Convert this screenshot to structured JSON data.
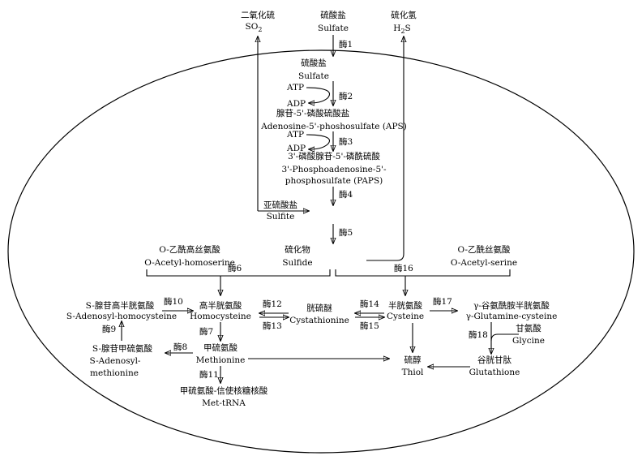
{
  "nodes": {
    "so2_cn": "二氧化硫",
    "so2_en": "SO",
    "sulfate_out_cn": "硫酸盐",
    "sulfate_out_en": "Sulfate",
    "h2s_cn": "硫化氢",
    "h2s_en": "H S",
    "sulfate_in_cn": "硫酸盐",
    "sulfate_in_en": "Sulfate",
    "aps_cn": "腺苷-5'-磷酸硫酸盐",
    "aps_en": "Adenosine-5'-phoshosulfate (APS)",
    "paps_cn": "3'-磷酸腺苷-5'-磷酰硫酸",
    "paps_en1": "3'-Phosphoadenosine-5'-",
    "paps_en2": "phosphosulfate (PAPS)",
    "sulfite_cn": "亚硫酸盐",
    "sulfite_en": "Sulfite",
    "sulfide_cn": "硫化物",
    "sulfide_en": "Sulfide",
    "oahs_cn": "O-乙酰高丝氨酸",
    "oahs_en": "O-Acetyl-homoserine",
    "oas_cn": "O-乙酰丝氨酸",
    "oas_en": "O-Acetyl-serine",
    "sah_cn": "S-腺苷高半胱氨酸",
    "sah_en": "S-Adenosyl-homocysteine",
    "hcy_cn": "高半胱氨酸",
    "hcy_en": "Homocysteine",
    "cth_cn": "胱硫醚",
    "cth_en": "Cystathionine",
    "cys_cn": "半胱氨酸",
    "cys_en": "Cysteine",
    "gglc_cn": "γ-谷氨酰胺半胱氨酸",
    "gglc_en": "γ-Glutamine-cysteine",
    "gly_cn": "甘氨酸",
    "gly_en": "Glycine",
    "sam_cn": "S-腺苷甲硫氨酸",
    "sam_en1": "S-Adenosyl-",
    "sam_en2": "methionine",
    "met_cn": "甲硫氨酸",
    "met_en": "Methionine",
    "thiol_cn": "硫醇",
    "thiol_en": "Thiol",
    "gsh_cn": "谷胱甘肽",
    "gsh_en": "Glutathione",
    "mettrna_cn": "甲硫氨酸-信使核糖核酸",
    "mettrna_en": "Met-tRNA",
    "atp1": "ATP",
    "adp1": "ADP",
    "atp2": "ATP",
    "adp2": "ADP"
  },
  "enzymes": {
    "e1": "酶1",
    "e2": "酶2",
    "e3": "酶3",
    "e4": "酶4",
    "e5": "酶5",
    "e6": "酶6",
    "e7": "酶7",
    "e8": "酶8",
    "e9": "酶9",
    "e10": "酶10",
    "e11": "酶11",
    "e12": "酶12",
    "e13": "酶13",
    "e14": "酶14",
    "e15": "酶15",
    "e16": "酶16",
    "e17": "酶17",
    "e18": "酶18"
  },
  "subscripts": {
    "so2": "2",
    "h2s": "2"
  }
}
